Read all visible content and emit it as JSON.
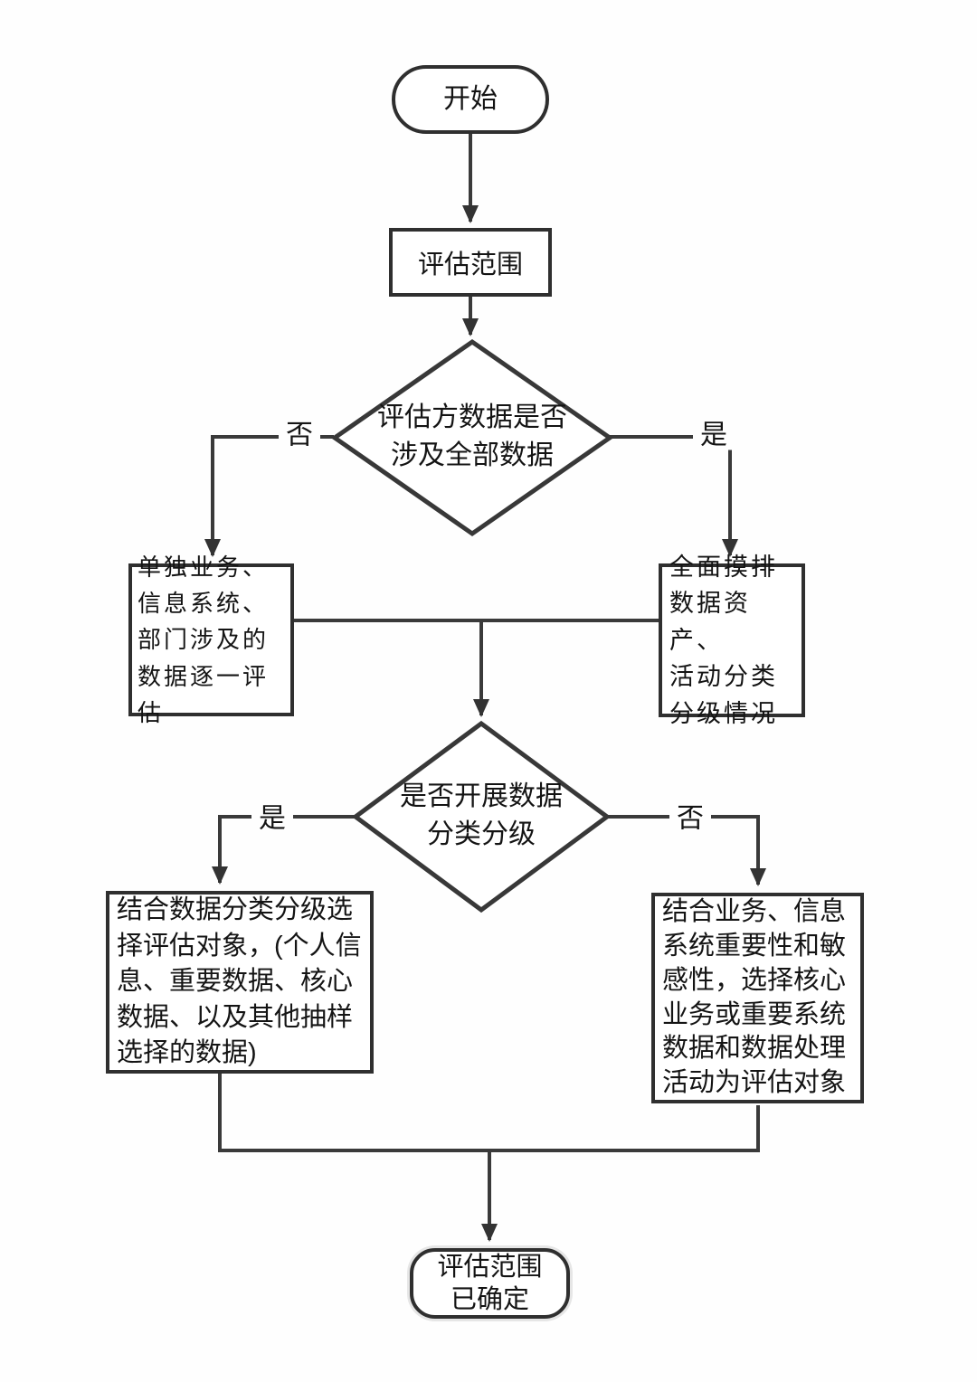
{
  "diagram": {
    "type": "flowchart",
    "nodes": {
      "start": {
        "label": "开始",
        "shape": "rounded"
      },
      "scope": {
        "label": "评估范围",
        "shape": "rect"
      },
      "decision_all_data": {
        "label": "评估方数据是否\n涉及全部数据",
        "shape": "diamond"
      },
      "individual_eval": {
        "label": "单独业务、\n信息系统、\n部门涉及的\n数据逐一评估",
        "shape": "rect"
      },
      "full_survey": {
        "label": "全面摸排\n数据资产、\n活动分类\n分级情况",
        "shape": "rect"
      },
      "decision_classification": {
        "label": "是否开展数据\n分类分级",
        "shape": "diamond"
      },
      "select_by_classification": {
        "label": "结合数据分类分级选\n择评估对象，(个人信\n息、重要数据、核心\n数据、以及其他抽样\n选择的数据)",
        "shape": "rect"
      },
      "select_by_importance": {
        "label": "结合业务、信息\n系统重要性和敏\n感性，选择核心\n业务或重要系统\n数据和数据处理\n活动为评估对象",
        "shape": "rect"
      },
      "end": {
        "label": "评估范围\n已确定",
        "shape": "rounded"
      }
    },
    "edge_labels": {
      "d1_no": "否",
      "d1_yes": "是",
      "d2_yes": "是",
      "d2_no": "否"
    },
    "colors": {
      "line": "#3a3a3a",
      "border": "#2f2f2f",
      "text": "#141414",
      "background": "#fefefe"
    }
  }
}
